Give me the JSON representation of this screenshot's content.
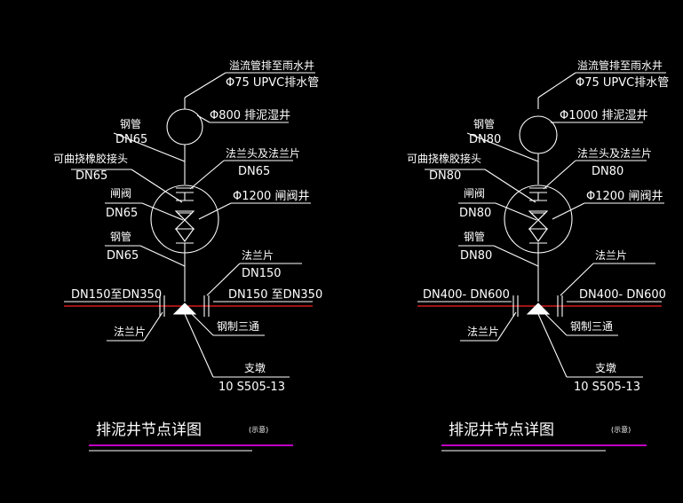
{
  "colors": {
    "background": "#000000",
    "line": "#ffffff",
    "main_pipe": "#ff2020",
    "title_underline": "#ff00ff"
  },
  "left": {
    "overflow_1": "溢流管排至雨水井",
    "overflow_2": "Φ75 UPVC排水管",
    "steel_pipe_1": "钢管",
    "steel_pipe_1_size": "DN65",
    "mud_well": "Φ800 排泥湿井",
    "flexible_joint": "可曲挠橡胶接头",
    "flexible_joint_size": "DN65",
    "flange_joint": "法兰头及法兰片",
    "flange_joint_size": "DN65",
    "valve": "闸阀",
    "valve_size": "DN65",
    "valve_well": "Φ1200 闸阀井",
    "steel_pipe_2": "钢管",
    "steel_pipe_2_size": "DN65",
    "flange_plate_top": "法兰片",
    "flange_plate_top_size": "DN150",
    "main_left": "DN150至DN350",
    "main_right": "DN150 至DN350",
    "flange_plate_bottom": "法兰片",
    "steel_tee": "钢制三通",
    "support": "支墩",
    "support_ref": "10 S505-13",
    "title": "排泥井节点详图",
    "scale_note": "(示意)"
  },
  "right": {
    "overflow_1": "溢流管排至雨水井",
    "overflow_2": "Φ75 UPVC排水管",
    "steel_pipe_1": "钢管",
    "steel_pipe_1_size": "DN80",
    "mud_well": "Φ1000 排泥湿井",
    "flexible_joint": "可曲挠橡胶接头",
    "flexible_joint_size": "DN80",
    "flange_joint": "法兰头及法兰片",
    "flange_joint_size": "DN80",
    "valve": "闸阀",
    "valve_size": "DN80",
    "valve_well": "Φ1200 闸阀井",
    "steel_pipe_2": "钢管",
    "steel_pipe_2_size": "DN80",
    "flange_plate_top": "法兰片",
    "main_left": "DN400- DN600",
    "main_right": "DN400- DN600",
    "flange_plate_bottom": "法兰片",
    "steel_tee": "钢制三通",
    "support": "支墩",
    "support_ref": "10 S505-13",
    "title": "排泥井节点详图",
    "scale_note": "(示意)"
  }
}
